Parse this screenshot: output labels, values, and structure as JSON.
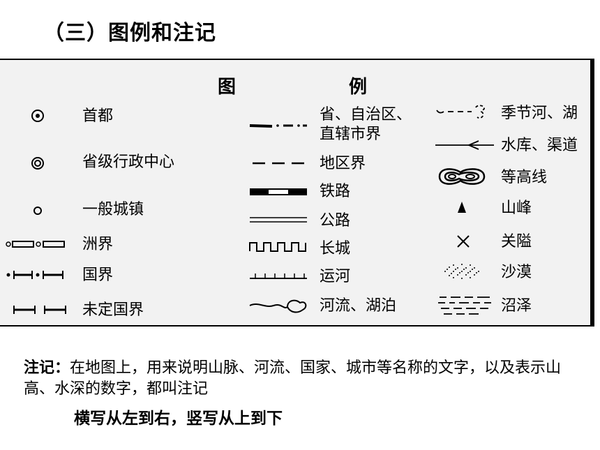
{
  "title": "（三）图例和注记",
  "legend": {
    "header_left": "图",
    "header_right": "例",
    "col1": [
      "首都",
      "省级行政中心",
      "一般城镇",
      "洲界",
      "国界",
      "未定国界"
    ],
    "col2_line1": "省、自治区、",
    "col2_line2": "直辖市界",
    "col2": [
      "地区界",
      "铁路",
      "公路",
      "长城",
      "运河",
      "河流、湖泊"
    ],
    "col3": [
      "季节河、湖",
      "水库、渠道",
      "等高线",
      "山峰",
      "关隘",
      "沙漠",
      "沼泽"
    ]
  },
  "notes": {
    "keyword": "注记：",
    "text": "在地图上，用来说明山脉、河流、国家、城市等名称的文字，以及表示山高、水深的数字，都叫注记",
    "rule": "横写从左到右，竖写从上到下"
  }
}
